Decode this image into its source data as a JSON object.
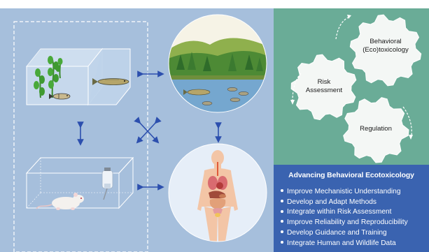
{
  "cycle": {
    "gear_labels": {
      "behavioral": [
        "Behavioral",
        "(Eco)toxicology"
      ],
      "risk": [
        "Risk",
        "Assessment"
      ],
      "regulation": [
        "Regulation"
      ]
    }
  },
  "advancing": {
    "title": "Advancing Behavioral Ecotoxicology",
    "items": [
      "Improve Mechanistic Understanding",
      "Develop and Adapt Methods",
      "Integrate within Risk Assessment",
      "Improve Reliability and Reproducibility",
      "Develop Guidance and Training",
      "Integrate Human and Wildlife Data"
    ]
  },
  "colors": {
    "left_bg": "#a6bfdc",
    "teal_bg": "#6aac97",
    "blue_bg": "#3a63b0",
    "arrow": "#2c4fae"
  },
  "icons": [
    "aquarium-icon",
    "fish-icon",
    "pike-icon",
    "rat-icon",
    "water-bottle-icon",
    "forest-lake-icon",
    "human-anatomy-icon",
    "gear-icon",
    "cycle-arrow-icon",
    "double-arrow-icon"
  ]
}
